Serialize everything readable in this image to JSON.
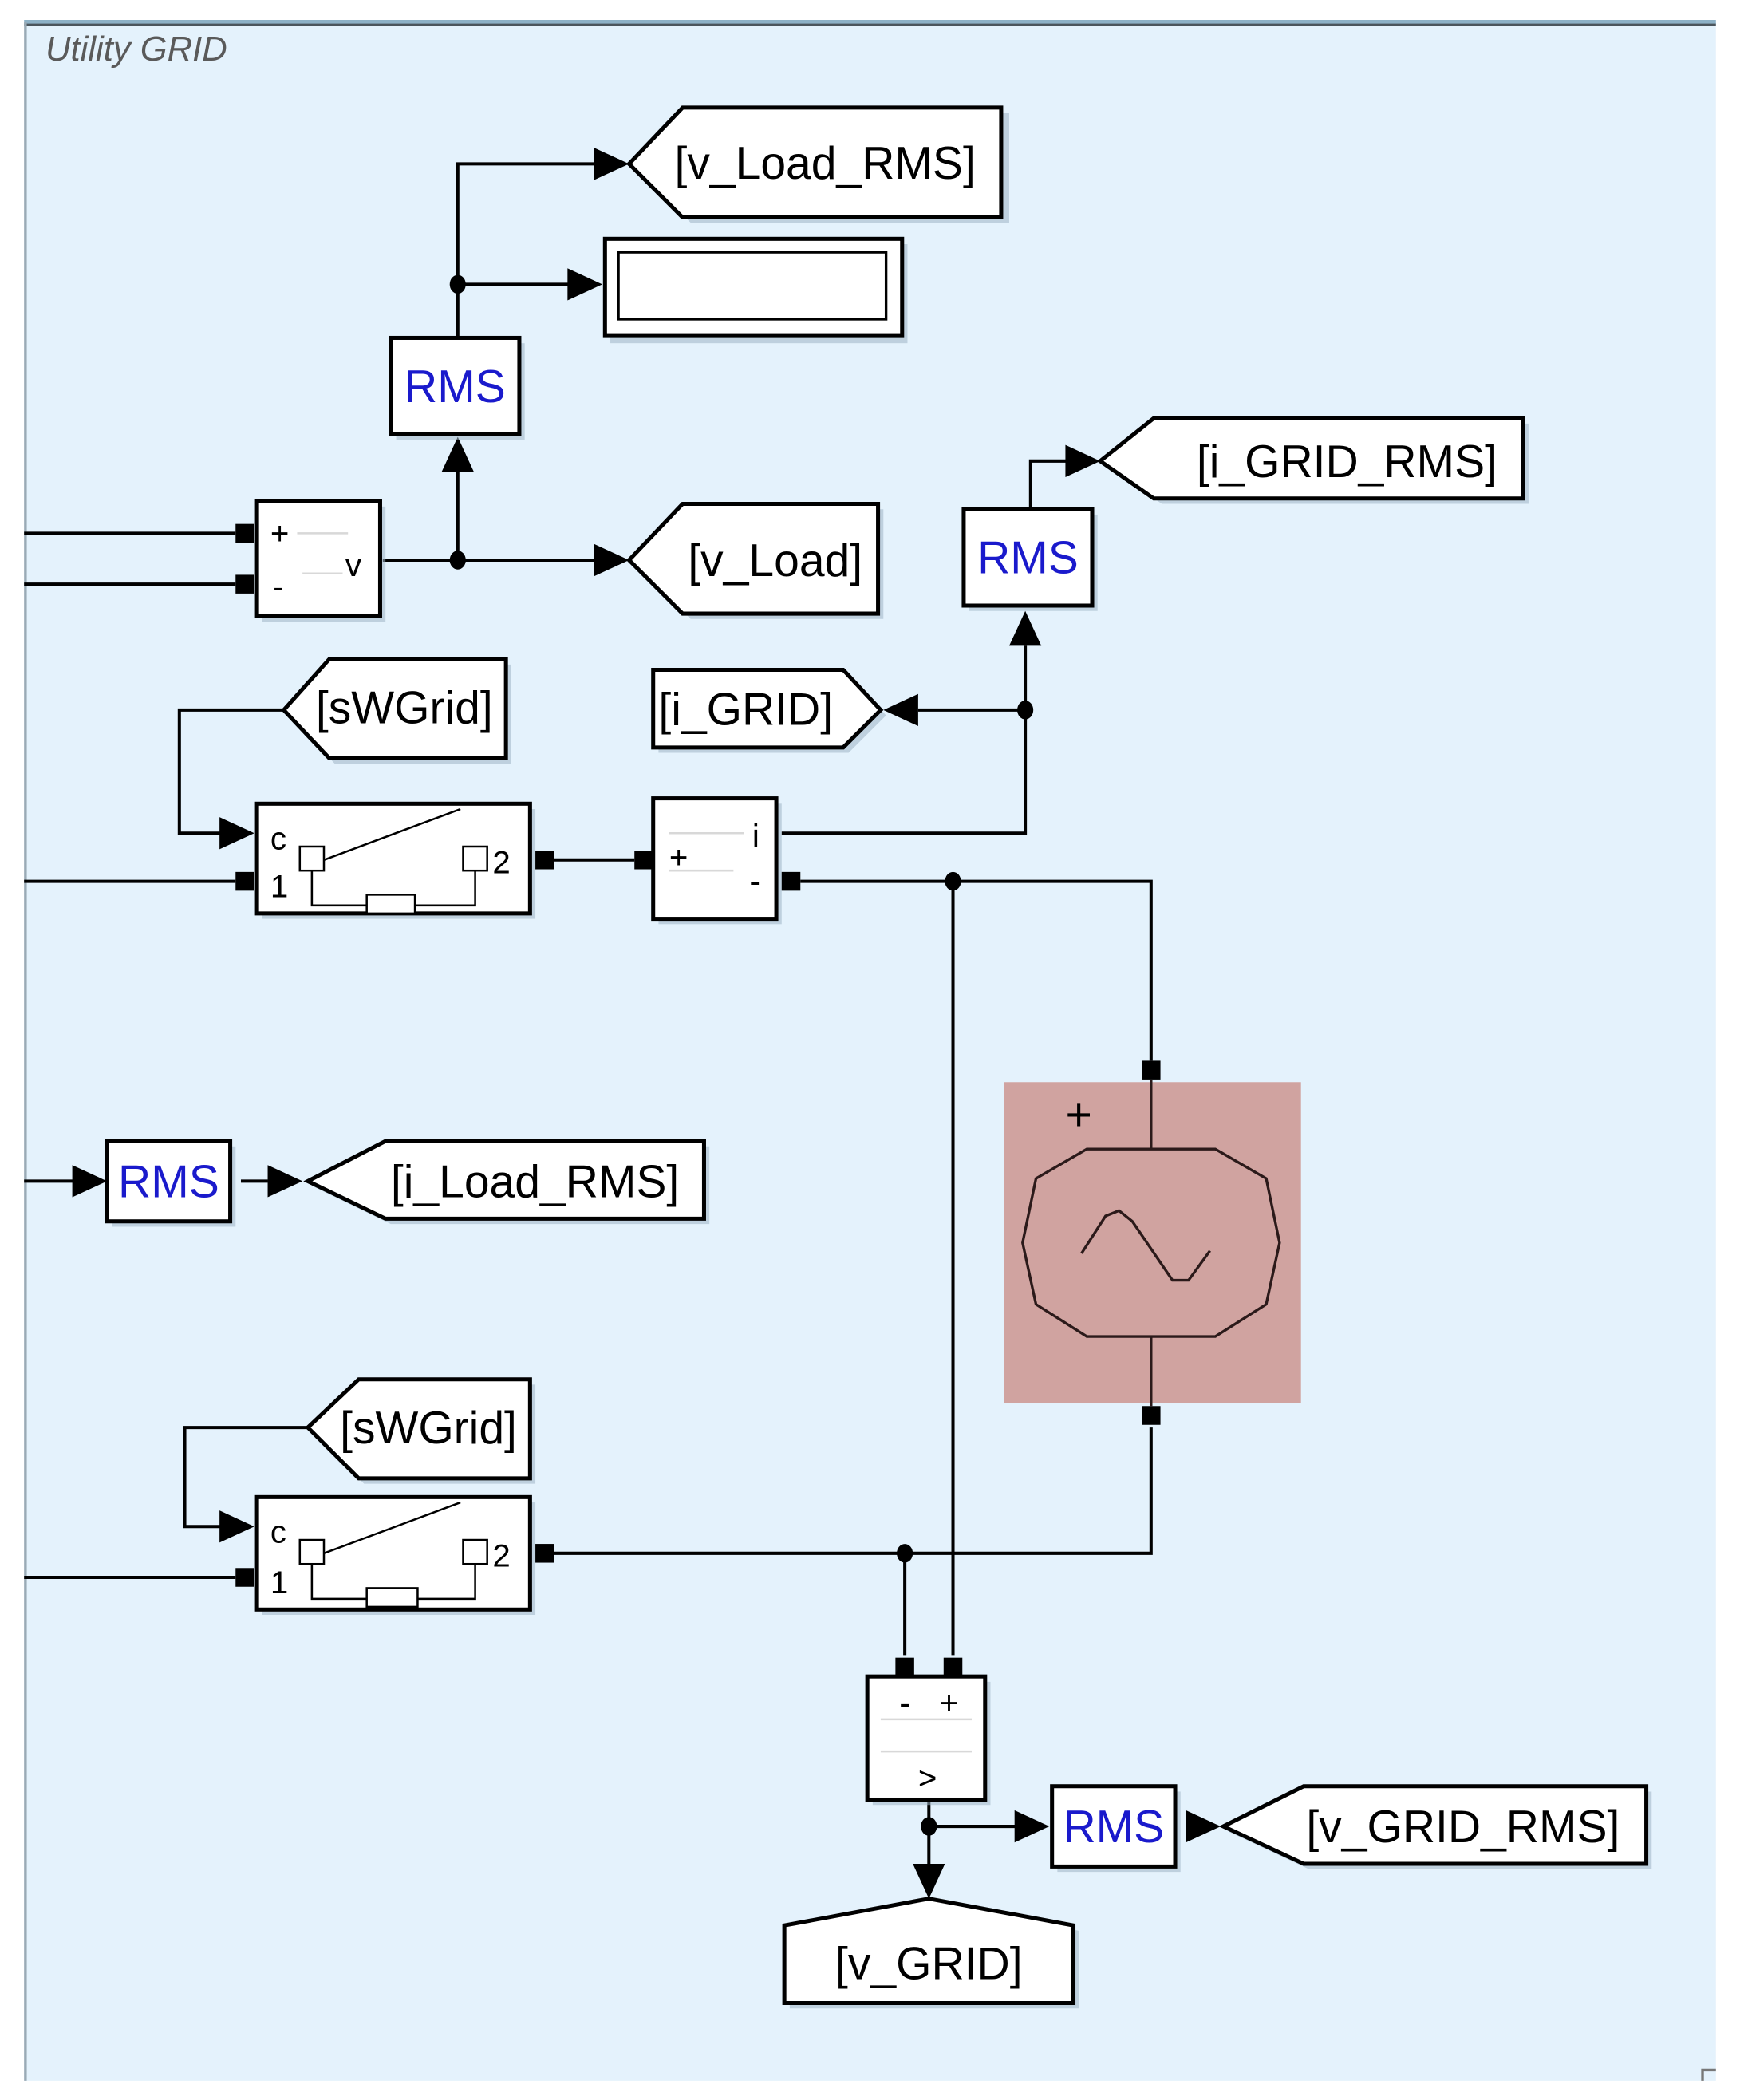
{
  "subsystem": {
    "title": "Utility GRID",
    "background": "#e4f2fc",
    "source_color": "#d0a3a0"
  },
  "goto_tags": {
    "v_load_rms": "[v_Load_RMS]",
    "v_load": "[v_Load]",
    "i_grid_rms": "[i_GRID_RMS]",
    "i_load_rms": "[i_Load_RMS]",
    "v_grid_rms": "[v_GRID_RMS]",
    "v_grid": "[v_GRID]"
  },
  "from_tags": {
    "swgrid_1": "[sWGrid]",
    "swgrid_2": "[sWGrid]",
    "i_grid": "[i_GRID]"
  },
  "blocks": {
    "rms_label": "RMS",
    "voltage_sensor_label": "v",
    "current_sensor_label": "i",
    "switch_c": "c",
    "switch_1": "1",
    "switch_2": "2",
    "plus": "+",
    "minus": "-",
    "diff_out": ">"
  }
}
